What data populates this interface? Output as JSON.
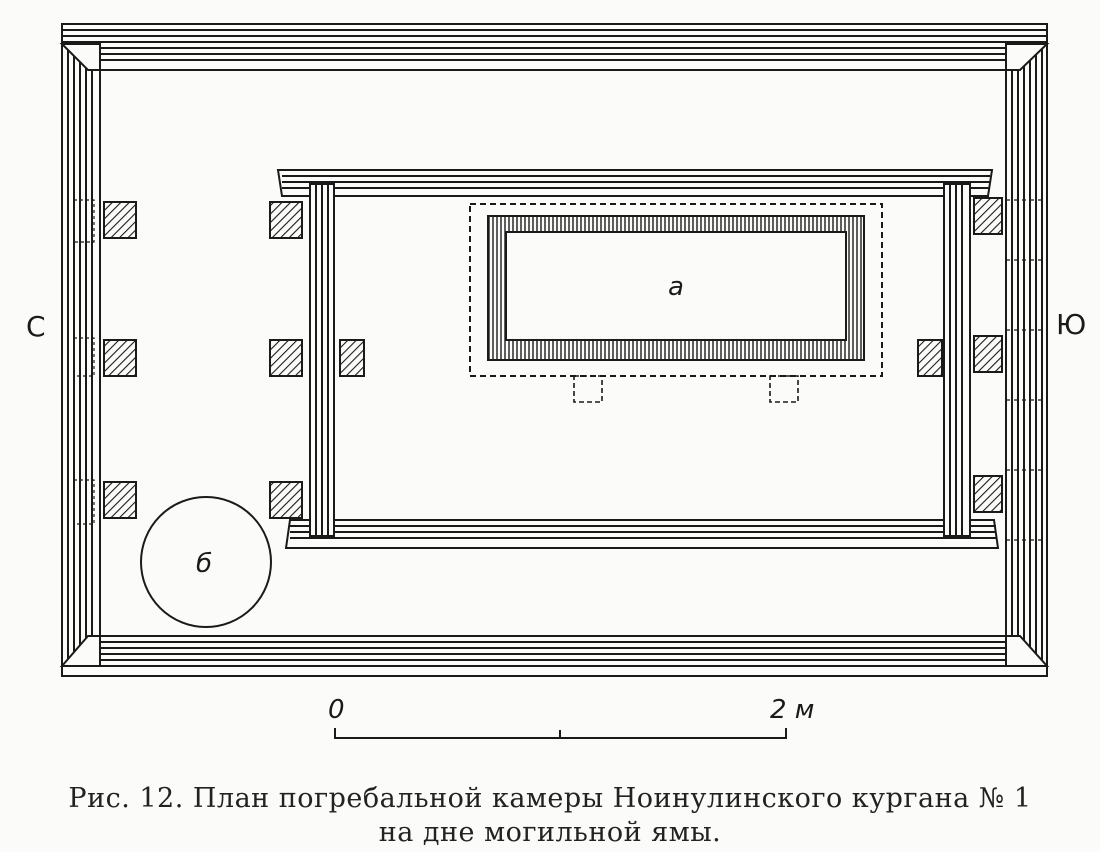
{
  "labels": {
    "north": "С",
    "south": "Ю",
    "coffin": "а",
    "pit": "б"
  },
  "scale": {
    "start": "0",
    "end": "2 м"
  },
  "caption": {
    "line1": "Рис. 12. План погребальной камеры Ноинулинского кургана № 1",
    "line2": "на дне могильной ямы."
  }
}
